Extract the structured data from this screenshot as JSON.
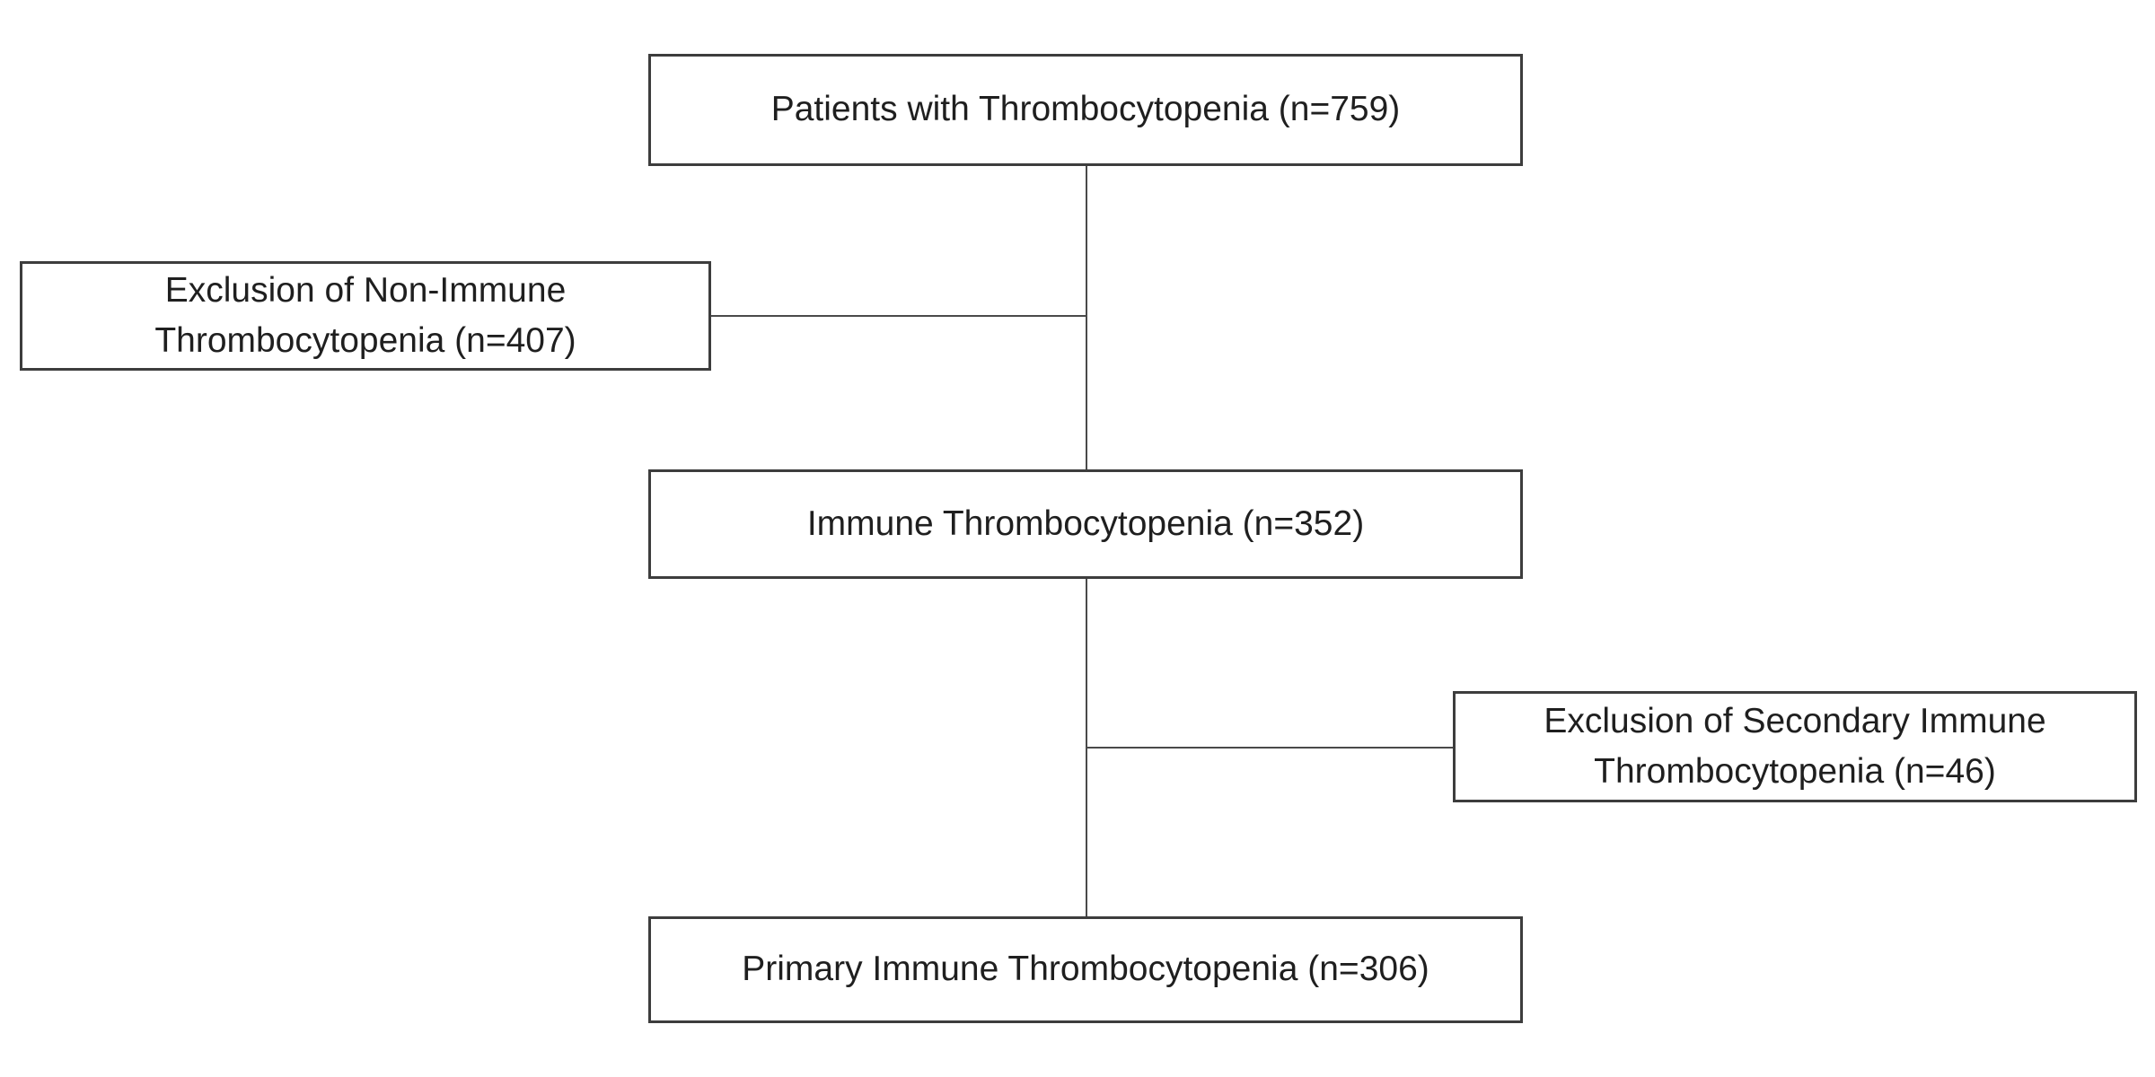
{
  "diagram": {
    "type": "flowchart",
    "background_color": "#ffffff",
    "box_border_color": "#3d3d3d",
    "connector_color": "#4a4a4a",
    "text_color": "#1f1f1f",
    "nodes": [
      {
        "id": "patients-total",
        "label": "Patients with Thrombocytopenia (n=759)",
        "n": 759,
        "lines": [
          "Patients with Thrombocytopenia (n=759)"
        ]
      },
      {
        "id": "exclusion-non-immune",
        "label": "Exclusion of Non-Immune Thrombocytopenia (n=407)",
        "n": 407,
        "lines": [
          "Exclusion of Non-Immune",
          "Thrombocytopenia (n=407)"
        ]
      },
      {
        "id": "immune-thrombocytopenia",
        "label": "Immune Thrombocytopenia (n=352)",
        "n": 352,
        "lines": [
          "Immune Thrombocytopenia (n=352)"
        ]
      },
      {
        "id": "exclusion-secondary-immune",
        "label": "Exclusion of Secondary Immune Thrombocytopenia (n=46)",
        "n": 46,
        "lines": [
          "Exclusion of Secondary Immune",
          "Thrombocytopenia (n=46)"
        ]
      },
      {
        "id": "primary-immune-thrombocytopenia",
        "label": "Primary Immune Thrombocytopenia (n=306)",
        "n": 306,
        "lines": [
          "Primary Immune Thrombocytopenia (n=306)"
        ]
      }
    ],
    "edges": [
      {
        "from": "patients-total",
        "to": "immune-thrombocytopenia"
      },
      {
        "from": "patients-total",
        "to": "exclusion-non-immune"
      },
      {
        "from": "immune-thrombocytopenia",
        "to": "primary-immune-thrombocytopenia"
      },
      {
        "from": "immune-thrombocytopenia",
        "to": "exclusion-secondary-immune"
      }
    ]
  }
}
